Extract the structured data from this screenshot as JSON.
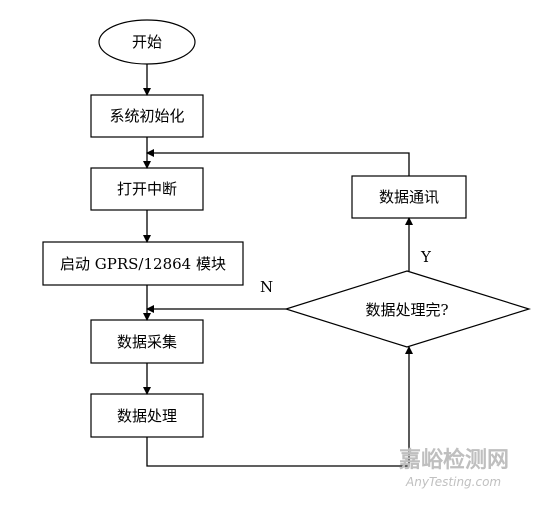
{
  "diagram": {
    "nodes": {
      "start": "开始",
      "init": "系统初始化",
      "open_interrupt": "打开中断",
      "start_gprs": "启动 GPRS/12864 模块",
      "collect": "数据采集",
      "process": "数据处理",
      "decision": "数据处理完?",
      "communicate": "数据通讯"
    },
    "edge_labels": {
      "yes": "Y",
      "no": "N"
    }
  },
  "watermark": {
    "brand": "嘉峪检测网",
    "url": "AnyTesting.com"
  }
}
